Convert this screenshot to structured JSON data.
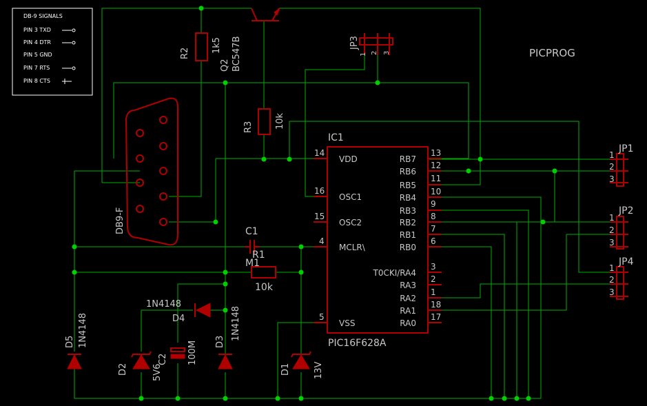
{
  "title": "PICPROG",
  "legend": {
    "header": "DB-9 SIGNALS",
    "items": [
      "PIN 3 TXD",
      "PIN 4 DTR",
      "PIN 5 GND",
      "PIN 7 RTS",
      "PIN 8 CTS"
    ]
  },
  "ic": {
    "name": "IC1",
    "part": "PIC16F628A",
    "left_pins": [
      {
        "num": "14",
        "name": "VDD"
      },
      {
        "num": "16",
        "name": "OSC1"
      },
      {
        "num": "15",
        "name": "OSC2"
      },
      {
        "num": "4",
        "name": "MCLR\\"
      },
      {
        "num": "5",
        "name": "VSS"
      }
    ],
    "right_pins": [
      {
        "num": "13",
        "name": "RB7"
      },
      {
        "num": "12",
        "name": "RB6"
      },
      {
        "num": "11",
        "name": "RB5"
      },
      {
        "num": "10",
        "name": "RB4"
      },
      {
        "num": "9",
        "name": "RB3"
      },
      {
        "num": "8",
        "name": "RB2"
      },
      {
        "num": "7",
        "name": "RB1"
      },
      {
        "num": "6",
        "name": "RB0"
      },
      {
        "num": "3",
        "name": "T0CKI/RA4"
      },
      {
        "num": "2",
        "name": "RA3"
      },
      {
        "num": "1",
        "name": "RA2"
      },
      {
        "num": "18",
        "name": "RA1"
      },
      {
        "num": "17",
        "name": "RA0"
      }
    ]
  },
  "components": {
    "r1": {
      "name": "R1",
      "value": "10k"
    },
    "r2": {
      "name": "R2",
      "value": "1k5"
    },
    "r3": {
      "name": "R3",
      "value": "10k"
    },
    "q2": {
      "name": "Q2",
      "value": "BC547B"
    },
    "c1": {
      "name": "C1"
    },
    "c2": {
      "name": "C2",
      "value": "100M"
    },
    "m1": {
      "name": "M1"
    },
    "d1": {
      "name": "D1",
      "value": "13V"
    },
    "d2": {
      "name": "D2",
      "value": "5V6"
    },
    "d3": {
      "name": "D3",
      "value": "1N4148"
    },
    "d4": {
      "name": "D4",
      "value": "1N4148"
    },
    "d5": {
      "name": "D5",
      "value": "1N4148"
    },
    "db9": {
      "name": "DB9-F"
    },
    "jp1": {
      "name": "JP1",
      "pins": [
        "1",
        "2",
        "3"
      ]
    },
    "jp2": {
      "name": "JP2",
      "pins": [
        "1",
        "2",
        "3"
      ]
    },
    "jp3": {
      "name": "JP3",
      "pins": [
        "1",
        "2",
        "3"
      ]
    },
    "jp4": {
      "name": "JP4",
      "pins": [
        "1",
        "2",
        "3"
      ]
    }
  },
  "colors": {
    "background": "#000000",
    "wire": "#00b000",
    "part": "#b00000",
    "text": "#c8c8c8"
  }
}
